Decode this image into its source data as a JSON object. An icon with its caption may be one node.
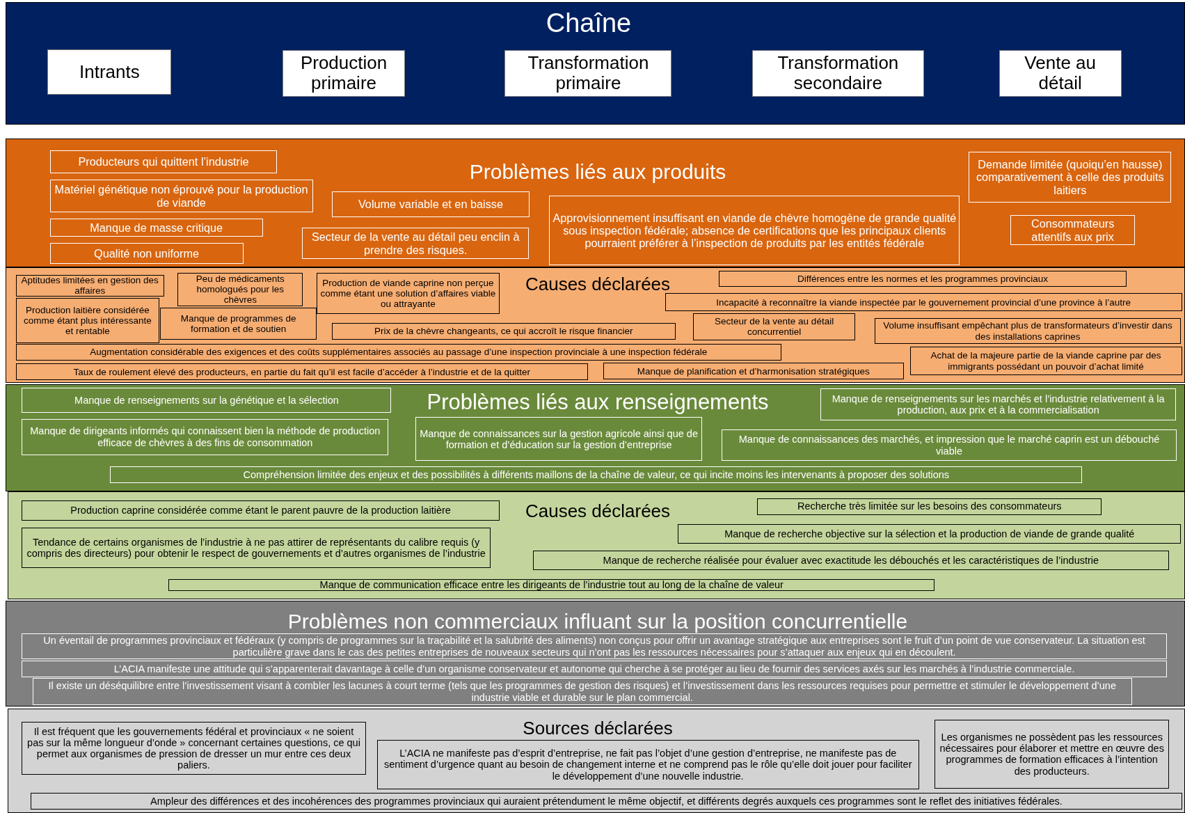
{
  "diagram": {
    "nodes": [
      {
        "text": [
          "Chaîne"
        ]
      },
      {
        "text": [
          "Intrants"
        ],
        "in": 0
      },
      {
        "text": [
          "Production primaire"
        ],
        "in": 0
      },
      {
        "text": [
          "Transformation primaire"
        ],
        "in": 0
      },
      {
        "text": [
          "Transformation secondaire"
        ],
        "in": 0
      },
      {
        "text": [
          "Vente au détail"
        ],
        "in": 0
      },
      {
        "text": [
          "Problèmes liés aux produits"
        ]
      },
      {
        "text": [
          "Producteurs qui quittent l’industrie"
        ],
        "in": 6
      },
      {
        "text": [
          "Matériel génétique non éprouvé pour la production de viande"
        ],
        "in": 6
      },
      {
        "text": [
          "Volume variable et en baisse"
        ],
        "in": 6
      },
      {
        "text": [
          "Demande limitée (quoiqu’en hausse) comparativement à celle des produits laitiers"
        ],
        "in": 6
      },
      {
        "text": [
          "Manque de masse critique"
        ],
        "in": 6
      },
      {
        "text": [
          "Secteur de la vente au détail peu enclin à prendre des risques."
        ],
        "in": 6
      },
      {
        "text": [
          "Approvisionnement insuffisant en viande de chèvre homogène de grande qualité sous inspection fédérale; absence de certifications que les principaux clients pourraient préférer à l’inspection de produits par les entités fédérale"
        ],
        "in": 6
      },
      {
        "text": [
          "Consommateurs attentifs aux prix"
        ],
        "in": 6
      },
      {
        "text": [
          "Qualité non uniforme"
        ],
        "in": 6
      },
      {
        "text": [
          "Causes déclarées"
        ]
      },
      {
        "text": [
          "Aptitudes limitées en gestion des affaires"
        ],
        "in": 16
      },
      {
        "text": [
          "Peu de médicaments homologués pour les chèvres"
        ],
        "in": 16
      },
      {
        "text": [
          "Production de viande caprine non perçue comme étant une solution d’affaires viable ou attrayante"
        ],
        "in": 16
      },
      {
        "text": [
          "Différences entre les normes et les programmes provinciaux"
        ],
        "in": 16
      },
      {
        "text": [
          "Production laitière considérée comme étant plus intéressante et rentable"
        ],
        "in": 16
      },
      {
        "text": [
          "Incapacité à reconnaître la viande inspectée par le gouvernement provincial d’une province à l’autre"
        ],
        "in": 16
      },
      {
        "text": [
          "Manque de programmes de formation et de soutien"
        ],
        "in": 16
      },
      {
        "text": [
          "Prix de la chèvre changeants, ce qui accroît le risque financier"
        ],
        "in": 16
      },
      {
        "text": [
          "Secteur de la vente au détail concurrentiel"
        ],
        "in": 16
      },
      {
        "text": [
          "Volume insuffisant empêchant plus de transformateurs d’investir dans des installations caprines"
        ],
        "in": 16
      },
      {
        "text": [
          "Augmentation considérable des exigences et des coûts supplémentaires associés au passage d’une inspection provinciale à une inspection fédérale"
        ],
        "in": 16
      },
      {
        "text": [
          "Achat de la majeure partie de la viande caprine par des immigrants possédant un pouvoir d’achat limité"
        ],
        "in": 16
      },
      {
        "text": [
          "Taux de roulement élevé des producteurs, en partie du fait qu’il est facile d’accéder à l’industrie et de la quitter"
        ],
        "in": 16
      },
      {
        "text": [
          "Manque de planification et d’harmonisation stratégiques"
        ],
        "in": 16
      },
      {
        "text": [
          "Problèmes liés aux renseignements"
        ]
      },
      {
        "text": [
          "Manque de renseignements sur la génétique et la sélection"
        ],
        "in": 31
      },
      {
        "text": [
          "Manque de renseignements sur les marchés et l’industrie relativement à la production, aux prix et à la commercialisation"
        ],
        "in": 31
      },
      {
        "text": [
          "Manque de dirigeants informés qui connaissent bien la méthode de production efficace de chèvres à des fins de consommation"
        ],
        "in": 31
      },
      {
        "text": [
          "Manque de connaissances sur la gestion agricole ainsi que de formation et d’éducation sur la gestion d’entreprise"
        ],
        "in": 31
      },
      {
        "text": [
          "Manque de connaissances des marchés, et impression que le marché caprin est un débouché viable"
        ],
        "in": 31
      },
      {
        "text": [
          "Compréhension limitée des enjeux et des possibilités à différents maillons de la chaîne de valeur, ce qui incite moins les intervenants à proposer des solutions"
        ],
        "in": 31
      },
      {
        "text": [
          "Causes déclarées"
        ]
      },
      {
        "text": [
          "Production caprine considérée comme étant le parent pauvre de la production laitière"
        ],
        "in": 38
      },
      {
        "text": [
          "Recherche très limitée sur les besoins des consommateurs"
        ],
        "in": 38
      },
      {
        "text": [
          "Tendance de certains organismes de l’industrie à ne pas attirer de représentants du calibre requis (y compris des directeurs) pour obtenir le respect de gouvernements et d’autres organismes de l’industrie"
        ],
        "in": 38
      },
      {
        "text": [
          "Manque de recherche objective sur la sélection et la production de viande de grande qualité"
        ],
        "in": 38
      },
      {
        "text": [
          "Manque de recherche réalisée pour évaluer avec exactitude les débouchés et les caractéristiques de l’industrie"
        ],
        "in": 38
      },
      {
        "text": [
          "Manque de communication efficace entre les dirigeants de l’industrie tout au long de la chaîne de valeur"
        ],
        "in": 38
      },
      {
        "text": [
          "Problèmes non commerciaux influant sur la position concurrentielle"
        ]
      },
      {
        "text": [
          "Un éventail de programmes provinciaux et fédéraux (y compris de programmes sur la traçabilité et la salubrité des aliments) non conçus pour offrir un avantage stratégique aux entreprises sont le fruit d’un point de vue conservateur. La situation est particulière grave dans le cas des petites entreprises de nouveaux secteurs qui n’ont pas les ressources nécessaires pour s’attaquer aux enjeux qui en découlent."
        ],
        "in": 45
      },
      {
        "text": [
          "L’ACIA manifeste une attitude qui s’apparenterait davantage à celle d’un organisme conservateur et autonome qui cherche à se protéger au lieu de fournir des services axés sur les marchés à l’industrie commerciale."
        ],
        "in": 45
      },
      {
        "text": [
          "Il existe un déséquilibre entre l’investissement visant à combler les lacunes à court terme (tels que les programmes de gestion des risques) et l’investissement dans les ressources requises pour permettre et stimuler le développement d’une industrie viable et durable sur le plan commercial."
        ],
        "in": 45
      },
      {
        "text": [
          "Sources déclarées"
        ]
      },
      {
        "text": [
          "Il est fréquent que les gouvernements fédéral et provinciaux « ne soient pas sur la même longueur d’onde » concernant certaines questions, ce qui permet aux organismes de pression de dresser un mur entre ces deux paliers."
        ],
        "in": 49
      },
      {
        "text": [
          "L’ACIA ne manifeste pas d’esprit d’entreprise, ne fait pas l’objet d’une gestion d’entreprise, ne manifeste pas de sentiment d’urgence quant au besoin de changement interne et ne comprend pas le rôle qu’elle doit jouer pour faciliter le développement d’une nouvelle industrie."
        ],
        "in": 49
      },
      {
        "text": [
          "Les organismes ne possèdent pas les ressources nécessaires pour élaborer et mettre en œuvre des programmes de formation efficaces à l’intention des producteurs."
        ],
        "in": 49
      },
      {
        "text": [
          "Ampleur des différences et des incohérences des programmes provinciaux qui auraient prétendument le même objectif, et différents degrés auxquels ces programmes sont le reflet des initiatives fédérales."
        ],
        "in": 49
      }
    ]
  }
}
